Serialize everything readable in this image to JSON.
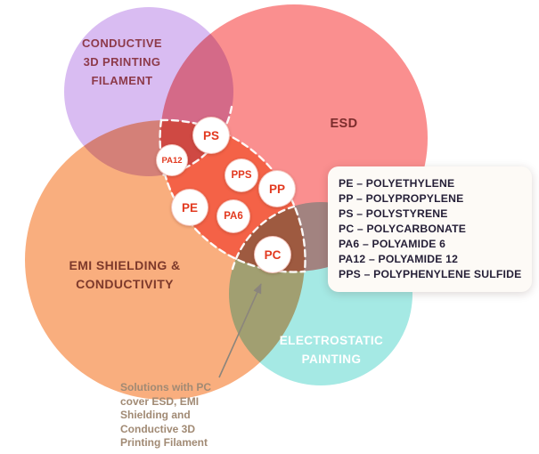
{
  "venn": {
    "sets": [
      {
        "name": "conductive-3d-printing-filament",
        "lines": [
          "CONDUCTIVE",
          "3D PRINTING",
          "FILAMENT"
        ],
        "color": "#d9bcf2",
        "label_color": "#8d3a4a"
      },
      {
        "name": "esd",
        "lines": [
          "ESD"
        ],
        "color": "#fa8f8f",
        "label_color": "#7c2d2d"
      },
      {
        "name": "emi-shielding-conductivity",
        "lines": [
          "EMI SHIELDING &",
          "CONDUCTIVITY"
        ],
        "color": "#f9ae7e",
        "label_color": "#7d392b"
      },
      {
        "name": "electrostatic-painting",
        "lines": [
          "ELECTROSTATIC",
          "PAINTING"
        ],
        "color": "#a5e9e4",
        "label_color": "#ffffff"
      }
    ],
    "materials": [
      {
        "label": "PS"
      },
      {
        "label": "PA12"
      },
      {
        "label": "PPS"
      },
      {
        "label": "PP"
      },
      {
        "label": "PE"
      },
      {
        "label": "PA6"
      },
      {
        "label": "PC"
      }
    ],
    "material_text_color": "#e2391f",
    "intersection_outline_color": "#ffffff"
  },
  "legend": {
    "items": [
      "PE – POLYETHYLENE",
      "PP – POLYPROPYLENE",
      "PS – POLYSTYRENE",
      "PC – POLYCARBONATE",
      "PA6 – POLYAMIDE 6",
      "PA12 – POLYAMIDE 12",
      "PPS – POLYPHENYLENE SULFIDE"
    ]
  },
  "annotation": {
    "lines": [
      "Solutions with PC",
      "cover ESD, EMI",
      "Shielding and",
      "Conductive 3D",
      "Printing Filament"
    ],
    "color": "#a18a74"
  }
}
